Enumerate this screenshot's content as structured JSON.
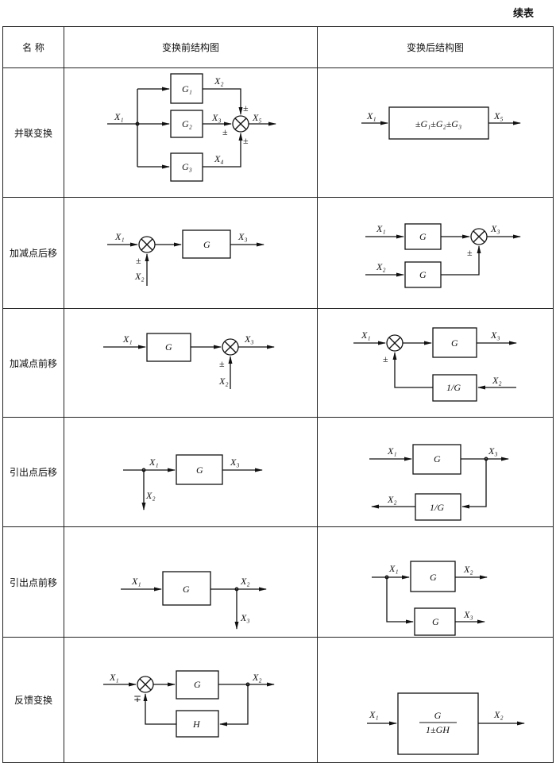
{
  "continued_label": "续表",
  "headers": {
    "name": "名 称",
    "before": "变换前结构图",
    "after": "变换后结构图"
  },
  "rows": [
    {
      "name": "并联变换",
      "before": {
        "x1": "X₁",
        "x2": "X₂",
        "x3": "X₃",
        "x4": "X₄",
        "x5": "X₅",
        "g1": "G₁",
        "g2": "G₂",
        "g3": "G₃",
        "pm": "±"
      },
      "after": {
        "x1": "X₁",
        "x5": "X₅",
        "block": "±G₁±G₂±G₃"
      }
    },
    {
      "name": "加减点后移",
      "before": {
        "x1": "X₁",
        "x2": "X₂",
        "x3": "X₃",
        "g": "G",
        "pm": "±"
      },
      "after": {
        "x1": "X₁",
        "x2": "X₂",
        "x3": "X₃",
        "g": "G",
        "pm": "±"
      }
    },
    {
      "name": "加减点前移",
      "before": {
        "x1": "X₁",
        "x2": "X₂",
        "x3": "X₃",
        "g": "G",
        "pm": "±"
      },
      "after": {
        "x1": "X₁",
        "x2": "X₂",
        "x3": "X₃",
        "g": "G",
        "inv": "1/G",
        "pm": "±"
      }
    },
    {
      "name": "引出点后移",
      "before": {
        "x1": "X₁",
        "x2": "X₂",
        "x3": "X₃",
        "g": "G"
      },
      "after": {
        "x1": "X₁",
        "x2": "X₂",
        "x3": "X₃",
        "g": "G",
        "inv": "1/G"
      }
    },
    {
      "name": "引出点前移",
      "before": {
        "x1": "X₁",
        "x2": "X₂",
        "x3": "X₃",
        "g": "G"
      },
      "after": {
        "x1": "X₁",
        "x2": "X₂",
        "x3": "X₃",
        "g": "G"
      }
    },
    {
      "name": "反馈变换",
      "before": {
        "x1": "X₁",
        "x2": "X₂",
        "g": "G",
        "h": "H",
        "mp": "∓"
      },
      "after": {
        "x1": "X₁",
        "x2": "X₂",
        "num": "G",
        "den": "1±GH"
      }
    }
  ]
}
